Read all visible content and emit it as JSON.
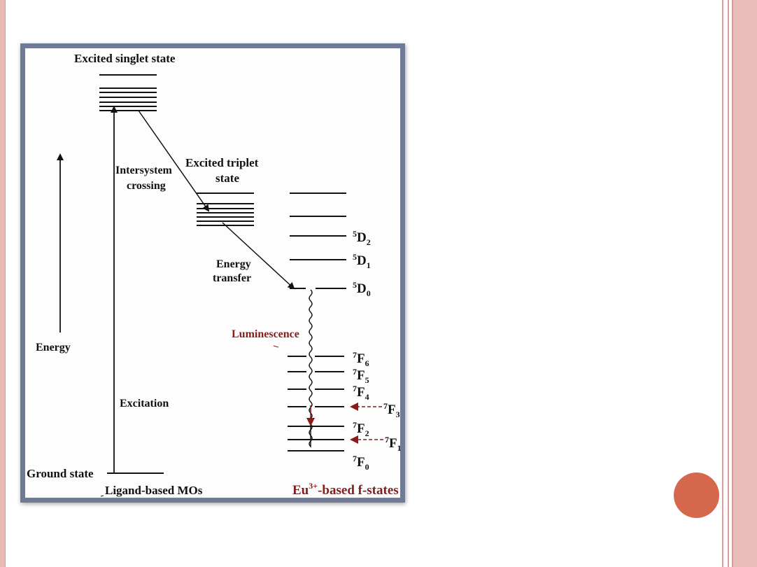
{
  "diagram": {
    "excited_singlet_label": "Excited singlet state",
    "intersystem_crossing_line1": "Intersystem",
    "intersystem_crossing_line2": "crossing",
    "excited_triplet_line1": "Excited triplet",
    "excited_triplet_line2": "state",
    "energy_transfer_line1": "Energy",
    "energy_transfer_line2": "transfer",
    "luminescence_label": "Luminescence",
    "energy_axis_label": "Energy",
    "excitation_label": "Excitation",
    "ground_state_label": "Ground state",
    "ligand_label": "Ligand-based MOs",
    "eu_label_prefix": "Eu",
    "eu_label_sup": "3+",
    "eu_label_suffix": "-based f-states",
    "terms": {
      "d2": {
        "sup": "5",
        "base": "D",
        "sub": "2"
      },
      "d1": {
        "sup": "5",
        "base": "D",
        "sub": "1"
      },
      "d0": {
        "sup": "5",
        "base": "D",
        "sub": "0"
      },
      "f6": {
        "sup": "7",
        "base": "F",
        "sub": "6"
      },
      "f5": {
        "sup": "7",
        "base": "F",
        "sub": "5"
      },
      "f4": {
        "sup": "7",
        "base": "F",
        "sub": "4"
      },
      "f3": {
        "sup": "7",
        "base": "F",
        "sub": "3"
      },
      "f2": {
        "sup": "7",
        "base": "F",
        "sub": "2"
      },
      "f1": {
        "sup": "7",
        "base": "F",
        "sub": "1"
      },
      "f0": {
        "sup": "7",
        "base": "F",
        "sub": "0"
      }
    },
    "colors": {
      "frame": "#6f7a96",
      "luminescence": "#8b1a1a",
      "accent_circle": "#d5684c",
      "side_bars": "#e8bdb8"
    }
  }
}
